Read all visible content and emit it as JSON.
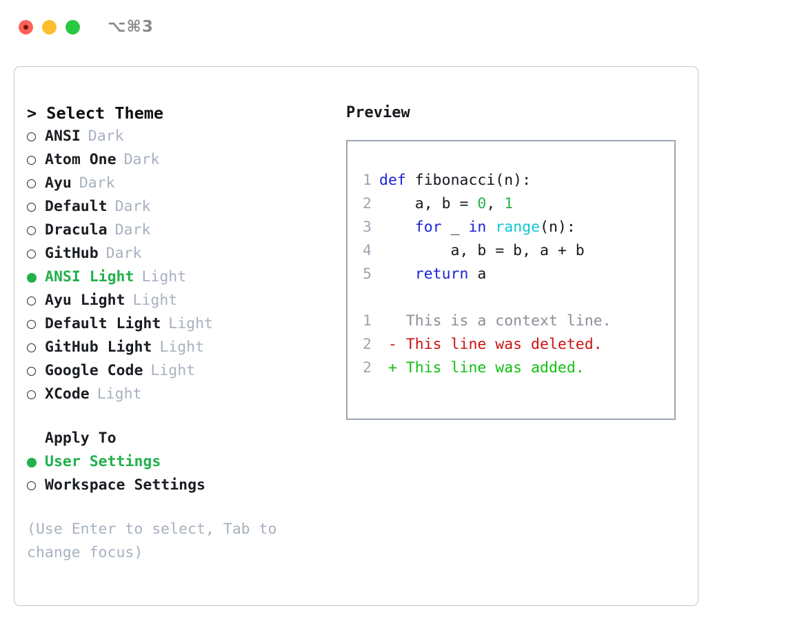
{
  "titlebar": {
    "shortcut": "⌥⌘3",
    "lights": [
      "close-light",
      "minimize-light",
      "maximize-light"
    ]
  },
  "left": {
    "header": "> Select Theme",
    "themes": [
      {
        "marker": "○",
        "name": "ANSI",
        "variant": "Dark",
        "selected": false
      },
      {
        "marker": "○",
        "name": "Atom One",
        "variant": "Dark",
        "selected": false
      },
      {
        "marker": "○",
        "name": "Ayu",
        "variant": "Dark",
        "selected": false
      },
      {
        "marker": "○",
        "name": "Default",
        "variant": "Dark",
        "selected": false
      },
      {
        "marker": "○",
        "name": "Dracula",
        "variant": "Dark",
        "selected": false
      },
      {
        "marker": "○",
        "name": "GitHub",
        "variant": "Dark",
        "selected": false
      },
      {
        "marker": "●",
        "name": "ANSI Light",
        "variant": "Light",
        "selected": true
      },
      {
        "marker": "○",
        "name": "Ayu Light",
        "variant": "Light",
        "selected": false
      },
      {
        "marker": "○",
        "name": "Default Light",
        "variant": "Light",
        "selected": false
      },
      {
        "marker": "○",
        "name": "GitHub Light",
        "variant": "Light",
        "selected": false
      },
      {
        "marker": "○",
        "name": "Google Code",
        "variant": "Light",
        "selected": false
      },
      {
        "marker": "○",
        "name": "XCode",
        "variant": "Light",
        "selected": false
      }
    ],
    "apply_to": {
      "title": "Apply To",
      "options": [
        {
          "marker": "●",
          "label": "User Settings",
          "selected": true
        },
        {
          "marker": "○",
          "label": "Workspace Settings",
          "selected": false
        }
      ]
    },
    "hint": "(Use Enter to select, Tab to change focus)"
  },
  "right": {
    "title": "Preview",
    "code_lines": [
      {
        "no": "1",
        "tokens": [
          {
            "t": "def",
            "c": "kw"
          },
          {
            "t": " fibonacci(n):",
            "c": "plain"
          }
        ]
      },
      {
        "no": "2",
        "tokens": [
          {
            "t": "    a, b = ",
            "c": "plain"
          },
          {
            "t": "0",
            "c": "num"
          },
          {
            "t": ", ",
            "c": "plain"
          },
          {
            "t": "1",
            "c": "num"
          }
        ]
      },
      {
        "no": "3",
        "tokens": [
          {
            "t": "    ",
            "c": "plain"
          },
          {
            "t": "for",
            "c": "kw"
          },
          {
            "t": " _ ",
            "c": "plain"
          },
          {
            "t": "in",
            "c": "kw"
          },
          {
            "t": " ",
            "c": "plain"
          },
          {
            "t": "range",
            "c": "builtin"
          },
          {
            "t": "(n):",
            "c": "plain"
          }
        ]
      },
      {
        "no": "4",
        "tokens": [
          {
            "t": "        a, b = b, a + b",
            "c": "plain"
          }
        ]
      },
      {
        "no": "5",
        "tokens": [
          {
            "t": "    ",
            "c": "plain"
          },
          {
            "t": "return",
            "c": "kw"
          },
          {
            "t": " a",
            "c": "plain"
          }
        ]
      }
    ],
    "diff_lines": [
      {
        "no": "1",
        "tokens": [
          {
            "t": "   This is a context line.",
            "c": "ctx"
          }
        ]
      },
      {
        "no": "2",
        "tokens": [
          {
            "t": " - This line was deleted.",
            "c": "del"
          }
        ]
      },
      {
        "no": "2",
        "tokens": [
          {
            "t": " + This line was added.",
            "c": "add"
          }
        ]
      }
    ]
  },
  "colors": {
    "accent_green": "#22b14c",
    "muted": "#a7b1bf",
    "keyword": "#1a23d8",
    "builtin": "#12c4d6",
    "number": "#22b14c",
    "diff_delete": "#cc1111",
    "diff_add": "#10c010",
    "panel_border": "#9aa5b4",
    "card_border": "#c3c7cc"
  }
}
